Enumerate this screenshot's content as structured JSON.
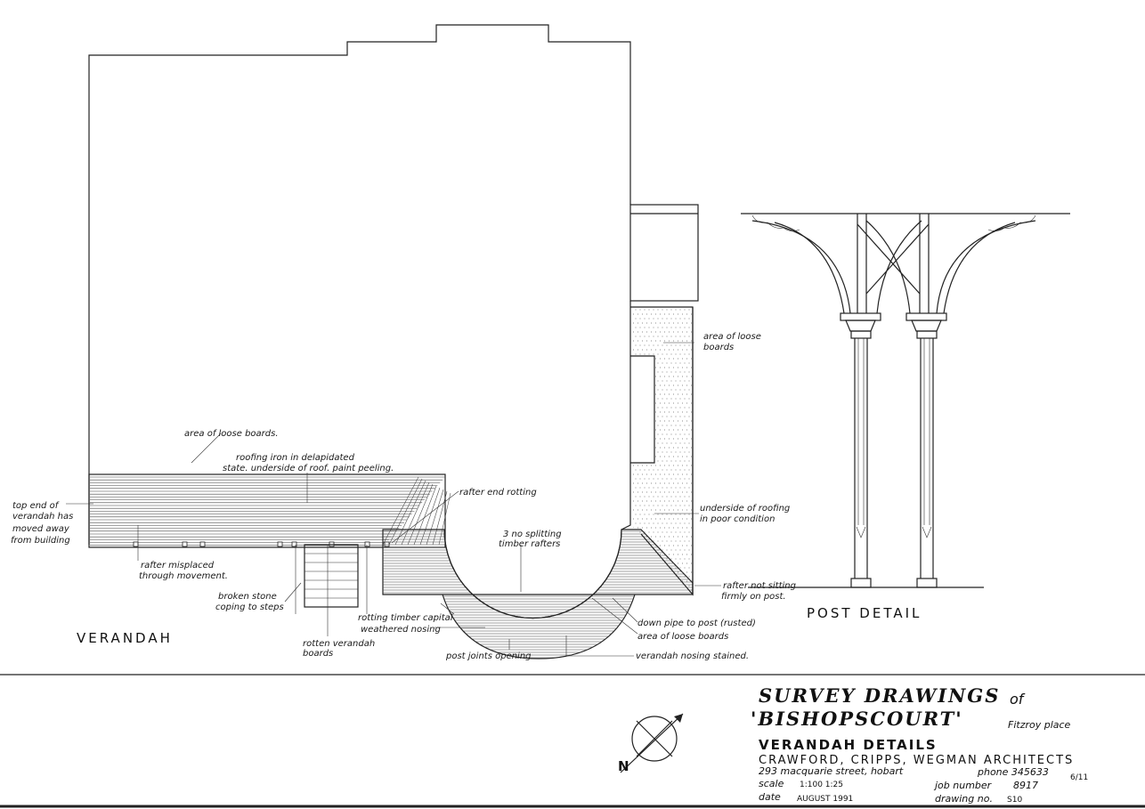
{
  "annotations": {
    "loose_boards_left": "area of loose boards.",
    "roofing_iron_1": "roofing  iron  in delapidated",
    "roofing_iron_2": "state. underside of roof. paint peeling.",
    "top_end_1": "top end of",
    "top_end_2": "verandah has",
    "top_end_3": "moved away",
    "top_end_4": "from building",
    "rafter_end_rotting": "rafter end rotting",
    "splitting_1": "3 no splitting",
    "splitting_2": "timber rafters",
    "loose_boards_right_1": "area of loose",
    "loose_boards_right_2": "boards",
    "underside_roofing_1": "underside of roofing",
    "underside_roofing_2": "in poor condition",
    "rafter_misplaced_1": "rafter misplaced",
    "rafter_misplaced_2": "through movement.",
    "broken_stone_1": "broken stone",
    "broken_stone_2": "coping to steps",
    "rotting_capital": "rotting timber capital",
    "weathered_nosing": "weathered nosing",
    "rotten_boards_1": "rotten verandah",
    "rotten_boards_2": "boards",
    "post_joints": "post joints opening",
    "down_pipe": "down pipe to post (rusted)",
    "loose_boards_bottom": "area of loose boards",
    "nosing_stained": "verandah nosing stained.",
    "rafter_not_sitting_1": "rafter not sitting",
    "rafter_not_sitting_2": "firmly on post."
  },
  "headings": {
    "verandah": "VERANDAH",
    "post_detail": "POST DETAIL"
  },
  "title_block": {
    "line1": "SURVEY DRAWINGS",
    "line1_suffix": "of",
    "line2": "'BISHOPSCOURT'",
    "location": "Fitzroy place",
    "line3": "VERANDAH DETAILS",
    "architects": "CRAWFORD, CRIPPS, WEGMAN ARCHITECTS",
    "address": "293 macquarie  street,  hobart",
    "phone": "phone  345633",
    "sheet": "6/11",
    "scale_label": "scale",
    "scale_value": "1:100   1:25",
    "job_label": "job number",
    "job_value": "8917",
    "date_label": "date",
    "date_value": "AUGUST 1991",
    "drawing_label": "drawing no.",
    "drawing_value": "S10"
  },
  "north_arrow_label": "N"
}
